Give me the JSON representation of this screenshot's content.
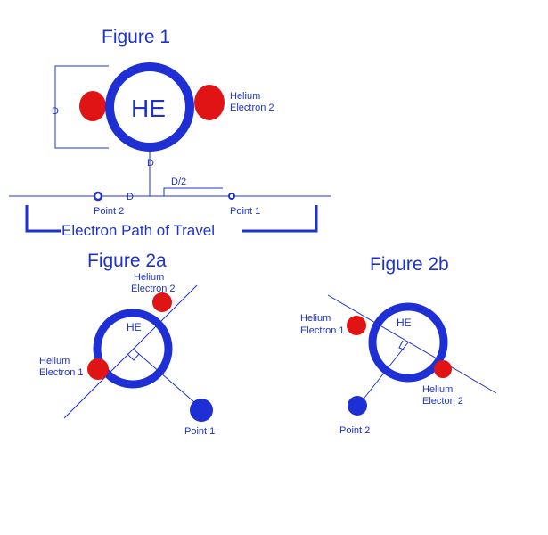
{
  "figure1": {
    "title": "Figure 1",
    "nucleus_label": "HE",
    "electron2_line1": "Helium",
    "electron2_line2": "Electron 2",
    "d_left": "D",
    "d_vertical": "D",
    "d_horizontal": "D",
    "d_half": "D/2",
    "point2": "Point 2",
    "point1": "Point 1",
    "path_label": "Electron Path of Travel"
  },
  "figure2a": {
    "title": "Figure 2a",
    "nucleus_label": "HE",
    "electron2_line1": "Helium",
    "electron2_line2": "Electron 2",
    "electron1_line1": "Helium",
    "electron1_line2": "Electron 1",
    "point_label": "Point 1"
  },
  "figure2b": {
    "title": "Figure 2b",
    "nucleus_label": "HE",
    "electron1_line1": "Helium",
    "electron1_line2": "Electron 1",
    "electron2_line1": "Helium",
    "electron2_line2": "Electon 2",
    "point_label": "Point 2"
  },
  "colors": {
    "blue": "#1f33c9",
    "ring": "#1f2fd6",
    "red": "#e01414"
  }
}
